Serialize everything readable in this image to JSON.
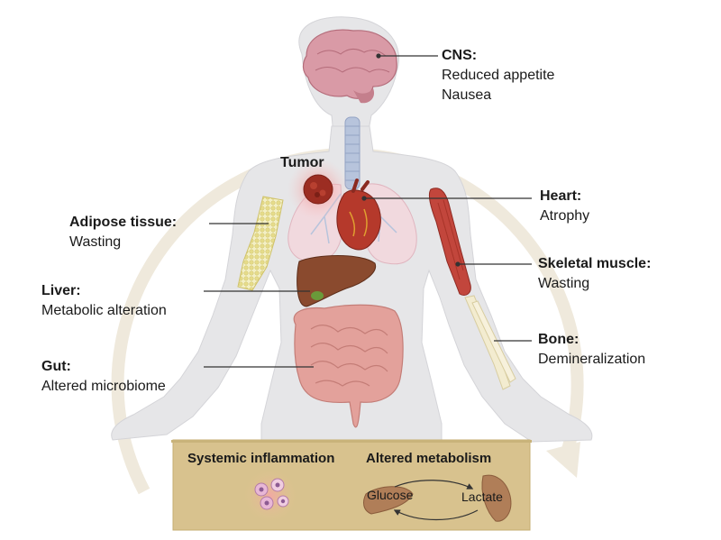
{
  "tumor_label": "Tumor",
  "organs": {
    "cns": {
      "title": "CNS:",
      "lines": [
        "Reduced appetite",
        "Nausea"
      ]
    },
    "heart": {
      "title": "Heart:",
      "lines": [
        "Atrophy"
      ]
    },
    "adipose": {
      "title": "Adipose tissue:",
      "lines": [
        "Wasting"
      ]
    },
    "skeletal": {
      "title": "Skeletal muscle:",
      "lines": [
        "Wasting"
      ]
    },
    "liver": {
      "title": "Liver:",
      "lines": [
        "Metabolic alteration"
      ]
    },
    "bone": {
      "title": "Bone:",
      "lines": [
        "Demineralization"
      ]
    },
    "gut": {
      "title": "Gut:",
      "lines": [
        "Altered microbiome"
      ]
    }
  },
  "bottom_box": {
    "left_title": "Systemic inflammation",
    "right_title": "Altered metabolism",
    "glucose": "Glucose",
    "lactate": "Lactate"
  },
  "colors": {
    "body": "#e6e6e8",
    "cycle_arrow": "#efe9dc",
    "box_fill": "#d8c28e",
    "brain": "#d99aa6",
    "lungs": "#f1d9de",
    "heart": "#b5392b",
    "muscle": "#c2463c",
    "liver": "#8a4a2e",
    "intestine": "#e3a19b",
    "fat": "#eee9b4",
    "tumor": "#9c2d22"
  }
}
